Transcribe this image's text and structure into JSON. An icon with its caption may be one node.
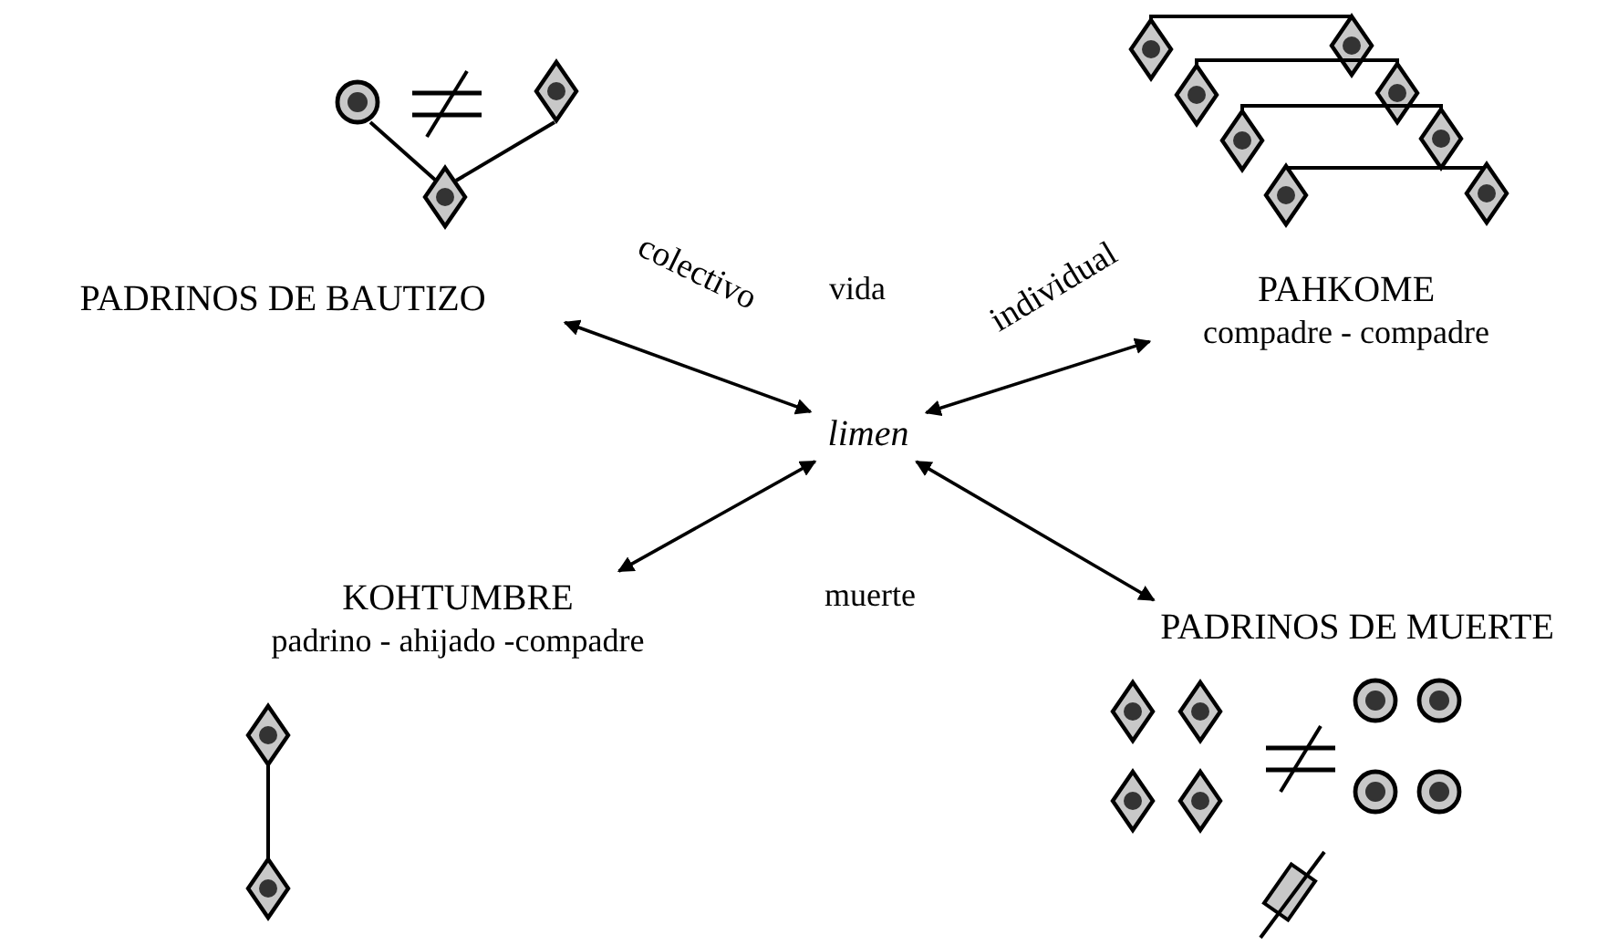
{
  "diagram": {
    "nodes": [
      {
        "text": [
          "PADRINOS DE BAUTIZO"
        ]
      },
      {
        "text": [
          "PAHKOME",
          "compadre - compadre"
        ]
      },
      {
        "text": [
          "limen"
        ]
      },
      {
        "text": [
          "KOHTUMBRE",
          "padrino - ahijado -compadre"
        ]
      },
      {
        "text": [
          "PADRINOS DE MUERTE"
        ]
      }
    ],
    "edges": [
      {
        "from": 0,
        "to": 2,
        "arrow": "both",
        "label": "colectivo"
      },
      {
        "from": 1,
        "to": 2,
        "arrow": "both",
        "label": "individual"
      },
      {
        "from": 3,
        "to": 2,
        "arrow": "both"
      },
      {
        "from": 4,
        "to": 2,
        "arrow": "both"
      }
    ],
    "labels": [
      "vida",
      "muerte"
    ]
  }
}
